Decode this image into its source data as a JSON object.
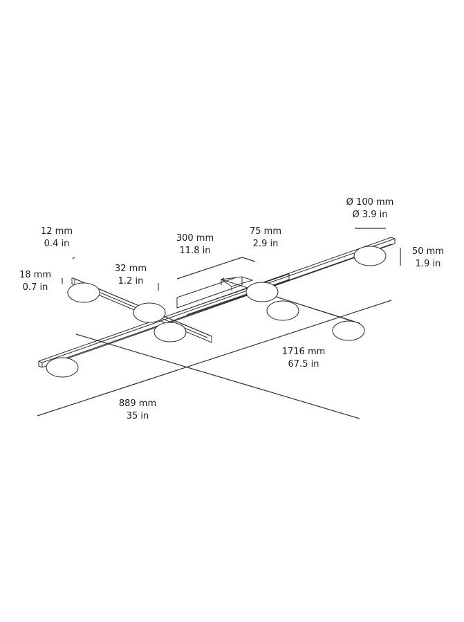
{
  "diagram": {
    "subject": "Linear ceiling light fixture with 8 disc shades, isometric dimension drawing",
    "line_color": "#2b2b2b",
    "background": "#ffffff"
  },
  "dimensions": {
    "shade_diameter": {
      "metric": "Ø 100 mm",
      "imperial": "Ø 3.9 in"
    },
    "canopy_length": {
      "metric": "300 mm",
      "imperial": "11.8 in"
    },
    "canopy_width": {
      "metric": "75 mm",
      "imperial": "2.9 in"
    },
    "bar_width": {
      "metric": "12 mm",
      "imperial": "0.4 in"
    },
    "bar_height": {
      "metric": "18 mm",
      "imperial": "0.7 in"
    },
    "shade_drop": {
      "metric": "32 mm",
      "imperial": "1.2 in"
    },
    "overall_height": {
      "metric": "50 mm",
      "imperial": "1.9 in"
    },
    "overall_length": {
      "metric": "1716 mm",
      "imperial": "67.5 in"
    },
    "overall_width": {
      "metric": "889 mm",
      "imperial": "35 in"
    }
  }
}
